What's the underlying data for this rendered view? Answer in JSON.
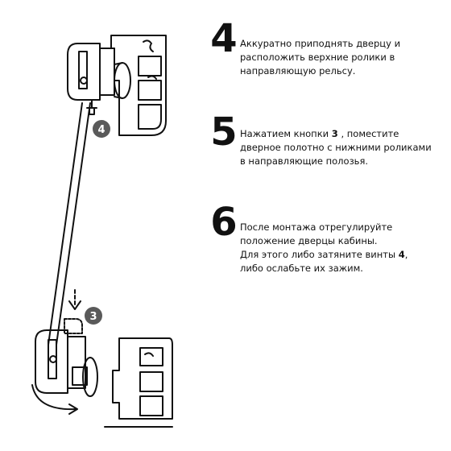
{
  "steps": [
    {
      "number": "4",
      "lines": [
        "Аккуратно приподнять дверцу и",
        "расположить верхние ролики в",
        "направляющую рельсу."
      ]
    },
    {
      "number": "5",
      "line1_before": "Нажатием кнопки ",
      "line1_bold": "3",
      "line1_after": " , поместите",
      "lines_rest": [
        "дверное полотно с нижними роликами",
        "в направляющие полозья."
      ]
    },
    {
      "number": "6",
      "lines": [
        "После монтажа отрегулируйте",
        "положение дверцы кабины."
      ],
      "line3_before": "Для этого либо затяните винты ",
      "line3_bold": "4",
      "line3_after": ",",
      "line4": "либо ослабьте их зажим."
    }
  ],
  "callouts": {
    "screw": "4",
    "button": "3"
  },
  "colors": {
    "ink": "#111111",
    "badge": "#5a5a5a",
    "badge_text": "#ffffff"
  },
  "icons": [
    "arrow-down-icon",
    "curved-arrow-icon"
  ]
}
